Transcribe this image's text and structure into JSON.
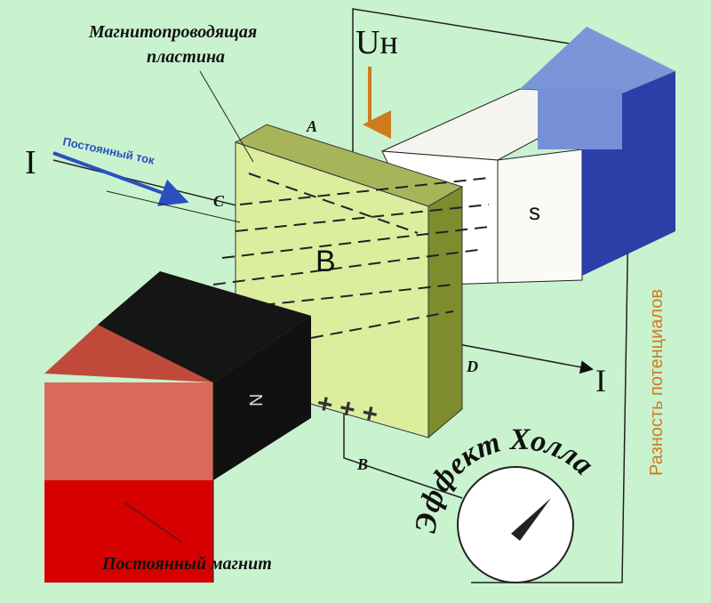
{
  "labels": {
    "plate": [
      "Магнитопроводящая",
      "пластина"
    ],
    "hall_voltage": "Uн",
    "current_in": "I",
    "current_out": "I",
    "direct_current": "Постоянный ток",
    "corner_a": "A",
    "corner_c": "C",
    "corner_d": "D",
    "corner_b": "B",
    "field": "B",
    "south": "s",
    "north": "N",
    "potential_difference": "Разность потенциалов",
    "hall_effect": "Эффект Холла",
    "permanent_magnet": "Постоянный магнит",
    "plus_signs": "+ + +"
  },
  "colors": {
    "background": "#c9f2cf",
    "plate_front": "#d9ec9a",
    "plate_side": "#8f9c3a",
    "magnet_red": "#d60000",
    "magnet_salmon": "#d96a5a",
    "magnet_blue": "#6f8fd6",
    "magnet_dark_blue": "#2a3fa8",
    "arrow_orange": "#d07a20",
    "arrow_blue": "#2a4fc0"
  }
}
